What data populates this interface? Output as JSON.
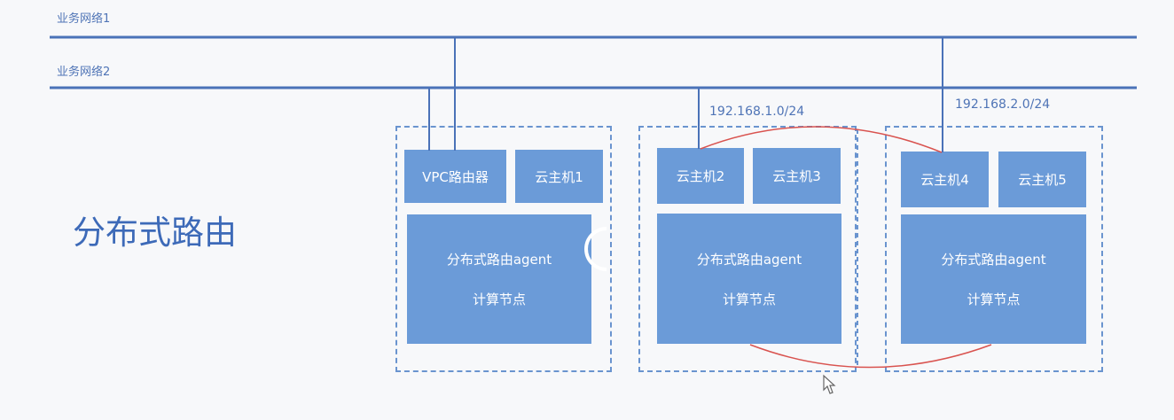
{
  "networks": [
    {
      "label": "业务网络1"
    },
    {
      "label": "业务网络2"
    }
  ],
  "subnets": [
    {
      "label": "192.168.1.0/24"
    },
    {
      "label": "192.168.2.0/24"
    }
  ],
  "title": "分布式路由",
  "nodes": [
    {
      "top_boxes": [
        "VPC路由器",
        "云主机1"
      ],
      "agent_label": "分布式路由agent",
      "node_label": "计算节点"
    },
    {
      "top_boxes": [
        "云主机2",
        "云主机3"
      ],
      "agent_label": "分布式路由agent",
      "node_label": "计算节点"
    },
    {
      "top_boxes": [
        "云主机4",
        "云主机5"
      ],
      "agent_label": "分布式路由agent",
      "node_label": "计算节点"
    }
  ],
  "colors": {
    "network_line": "#4a72b8",
    "box_fill": "#6b9bd8",
    "dashed_border": "#6a94cf",
    "connection_arc": "#d9534f",
    "title_text": "#3d6ab8"
  },
  "icons": [
    "cursor-arrow-icon"
  ]
}
